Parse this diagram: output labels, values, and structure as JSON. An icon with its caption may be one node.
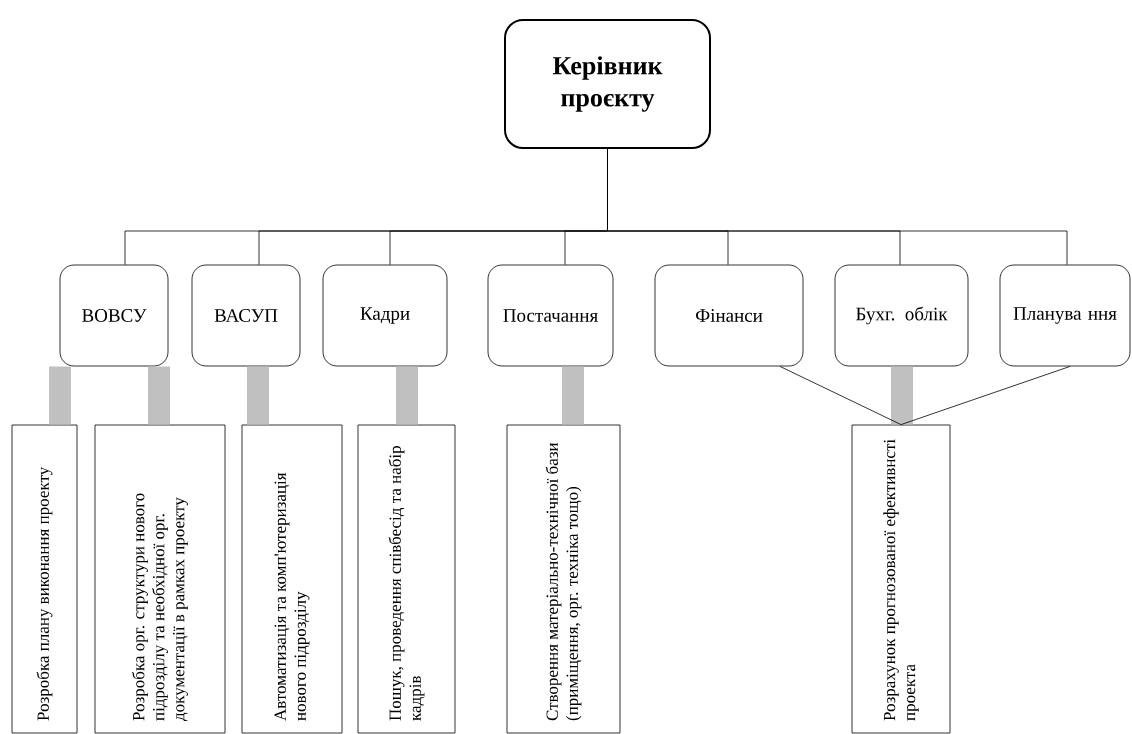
{
  "diagram": {
    "nodes": [
      {
        "text": [
          "Керівник проєкту"
        ]
      },
      {
        "text": [
          "ВОВСУ"
        ]
      },
      {
        "text": [
          "ВАСУП"
        ]
      },
      {
        "text": [
          "Кадри"
        ]
      },
      {
        "text": [
          "Постачання"
        ]
      },
      {
        "text": [
          "Фінанси"
        ]
      },
      {
        "text": [
          "Бухг. облік"
        ]
      },
      {
        "text": [
          "Планува ння"
        ]
      },
      {
        "text": [
          "Розробка плану виконання проекту"
        ]
      },
      {
        "text": [
          "Розробка орг. структури нового підрозділу та необхідної орг. документації в рамках проекту"
        ]
      },
      {
        "text": [
          "Автоматизація та комп'ютеризація нового підрозділу"
        ]
      },
      {
        "text": [
          "Пошук, проведення співбесід та набір кадрів"
        ]
      },
      {
        "text": [
          "Створення матеріально-технічної бази (приміщення, орг. техніка тощо)"
        ]
      },
      {
        "text": [
          "Розрахунок прогнозованої ефективнсті проекта"
        ]
      }
    ],
    "edges": [
      {
        "from": 0,
        "to": 1,
        "arrow": "none"
      },
      {
        "from": 0,
        "to": 2,
        "arrow": "none"
      },
      {
        "from": 0,
        "to": 3,
        "arrow": "none"
      },
      {
        "from": 0,
        "to": 4,
        "arrow": "none"
      },
      {
        "from": 0,
        "to": 5,
        "arrow": "none"
      },
      {
        "from": 0,
        "to": 6,
        "arrow": "none"
      },
      {
        "from": 0,
        "to": 7,
        "arrow": "none"
      },
      {
        "from": 1,
        "to": 8,
        "arrow": "none",
        "style": "thick",
        "color": "#c0c0c0"
      },
      {
        "from": 1,
        "to": 9,
        "arrow": "none",
        "style": "thick",
        "color": "#c0c0c0"
      },
      {
        "from": 2,
        "to": 10,
        "arrow": "none",
        "style": "thick",
        "color": "#c0c0c0"
      },
      {
        "from": 3,
        "to": 11,
        "arrow": "none",
        "style": "thick",
        "color": "#c0c0c0"
      },
      {
        "from": 4,
        "to": 12,
        "arrow": "none",
        "style": "thick",
        "color": "#c0c0c0"
      },
      {
        "from": 6,
        "to": 13,
        "arrow": "none",
        "style": "thick",
        "color": "#c0c0c0"
      },
      {
        "from": 5,
        "to": 13,
        "arrow": "none"
      },
      {
        "from": 7,
        "to": 13,
        "arrow": "none"
      }
    ]
  }
}
